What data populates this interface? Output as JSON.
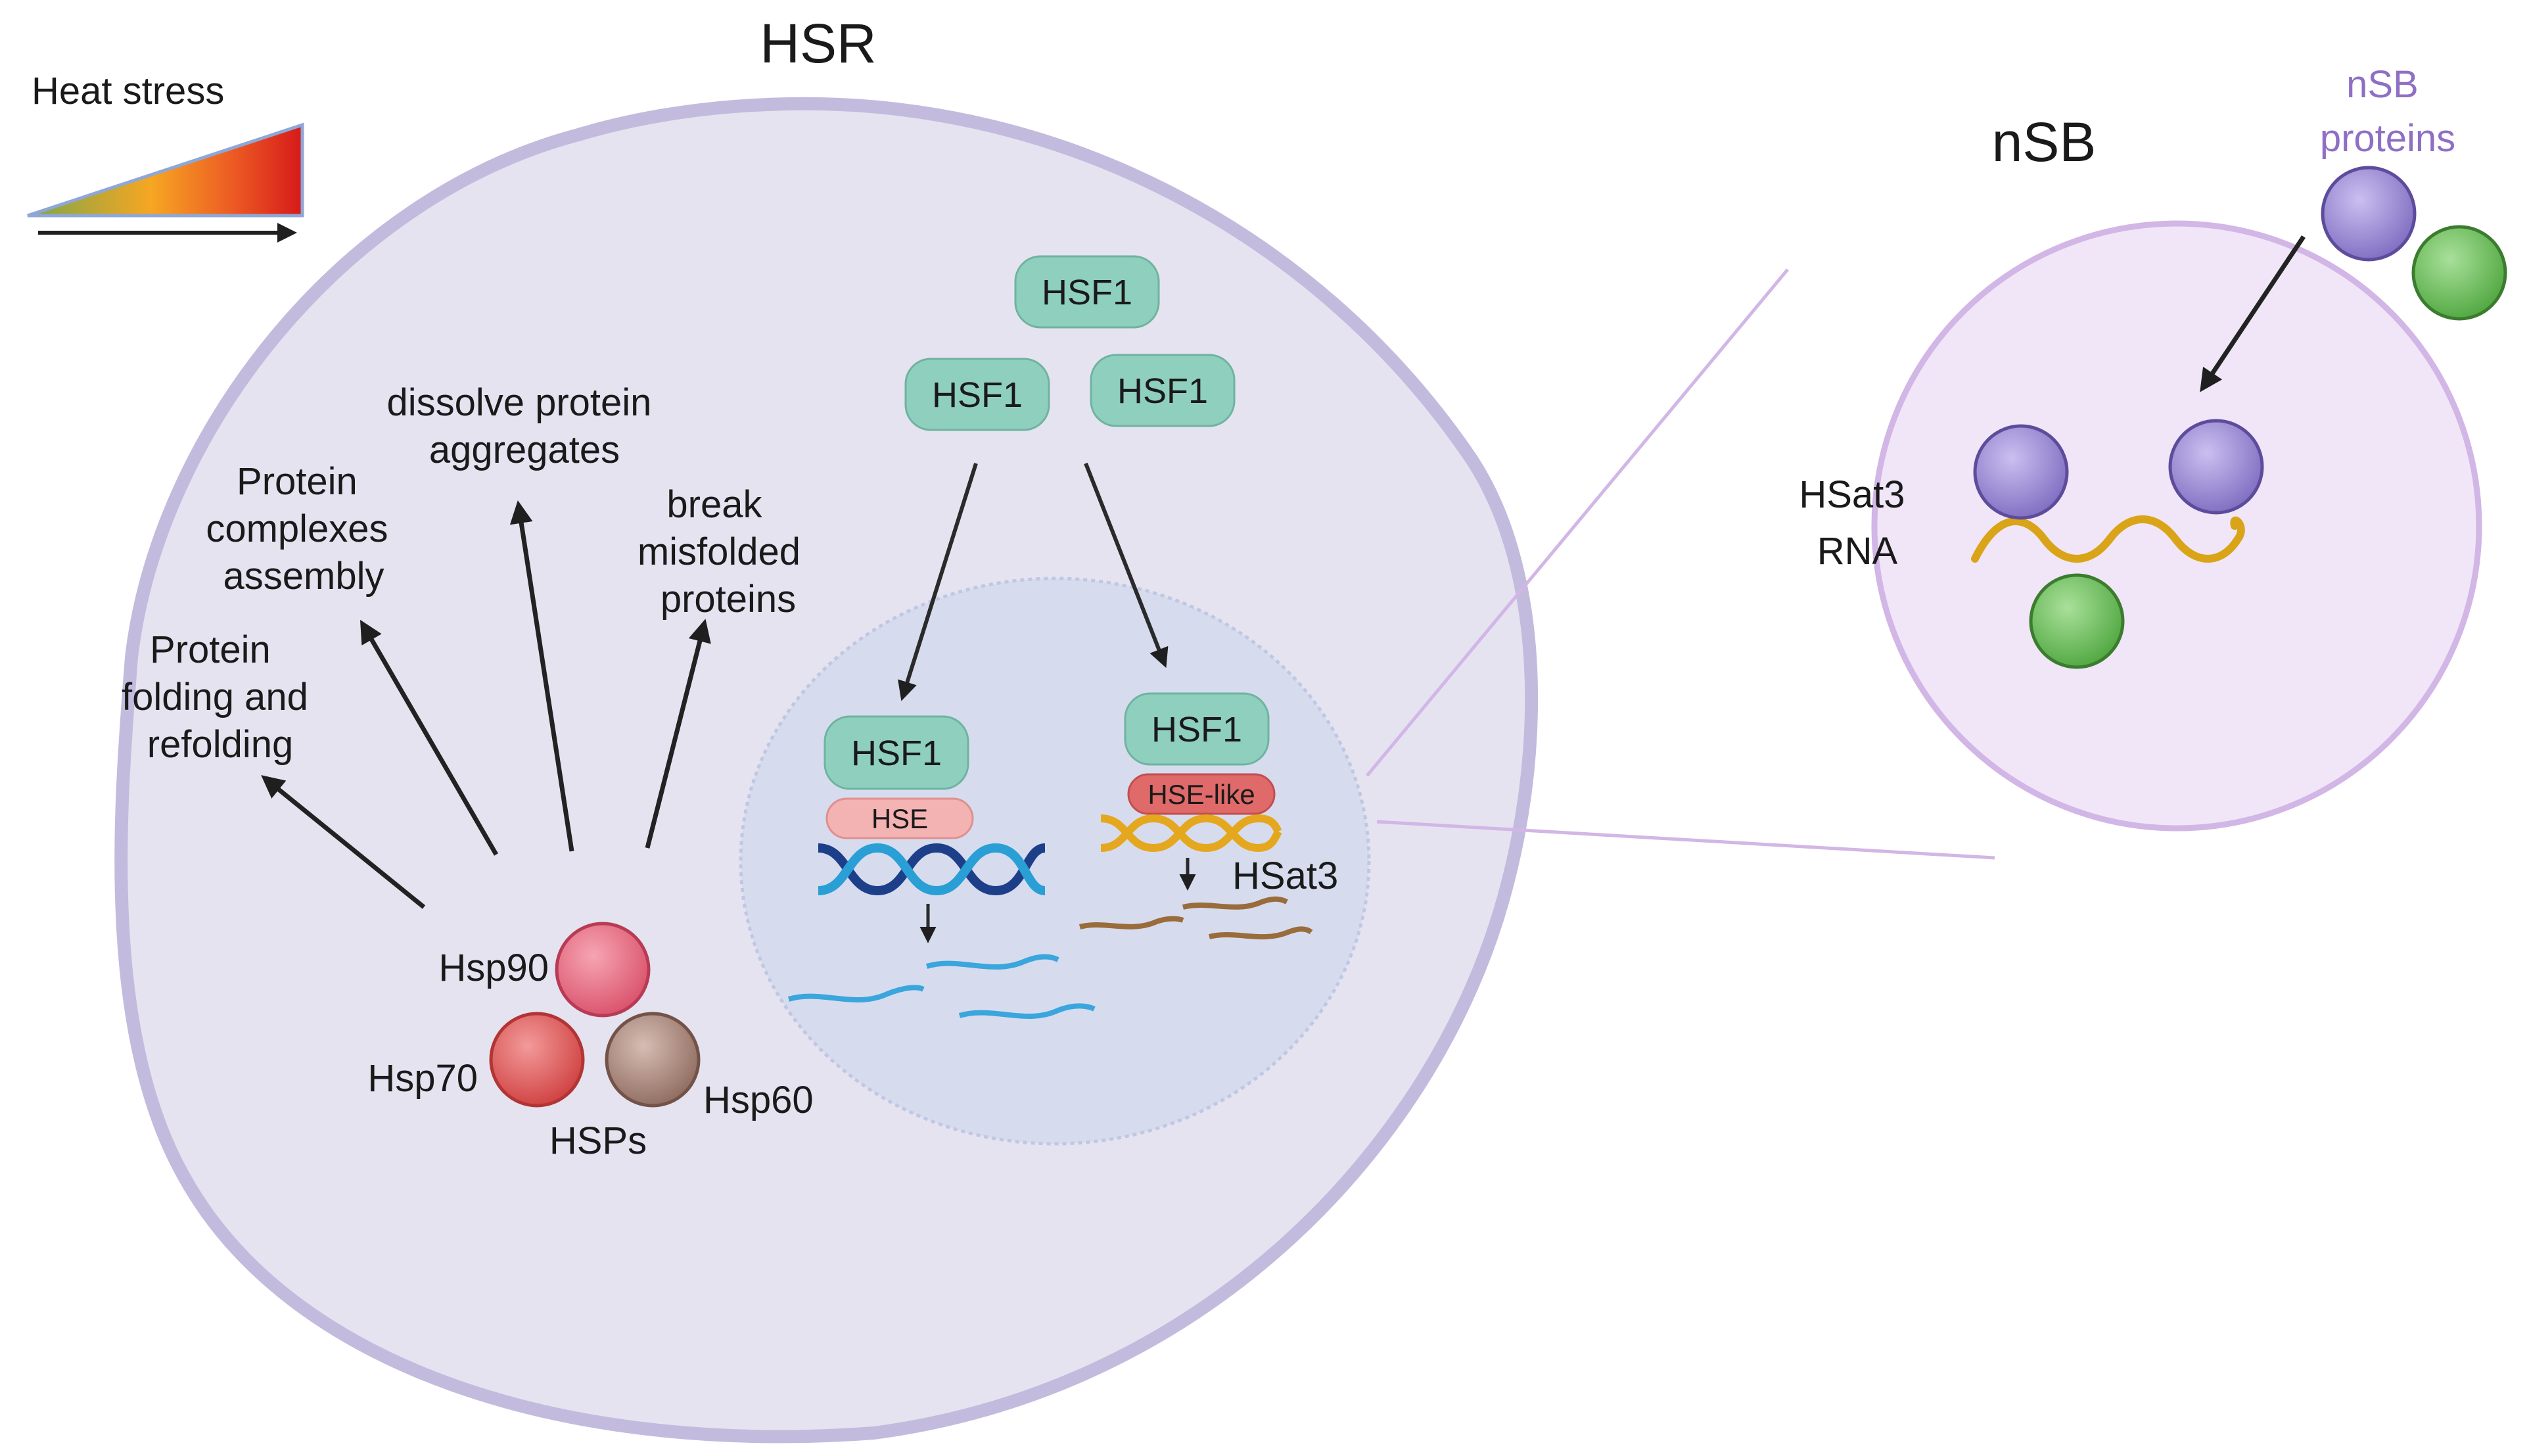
{
  "title": "HSR",
  "heat_stress": {
    "label": "Heat stress"
  },
  "functions": {
    "folding": [
      "Protein",
      "folding and",
      "refolding"
    ],
    "complexes": [
      "Protein",
      "complexes",
      "assembly"
    ],
    "dissolve": [
      "dissolve protein",
      "aggregates"
    ],
    "break": [
      "break",
      "misfolded",
      "proteins"
    ]
  },
  "hsps": {
    "hsp90": "Hsp90",
    "hsp70": "Hsp70",
    "hsp60": "Hsp60",
    "group": "HSPs",
    "colors": {
      "hsp90": "#e8607a",
      "hsp70": "#e05555",
      "hsp60": "#a88478"
    }
  },
  "hsf1": {
    "label": "HSF1",
    "color": "#8fcfbd"
  },
  "elements": {
    "hse": "HSE",
    "hse_like": "HSE-like",
    "hsat3": "HSat3"
  },
  "nsb": {
    "title": "nSB",
    "proteins_label": [
      "nSB",
      "proteins"
    ],
    "rna_label": [
      "HSat3",
      "RNA"
    ],
    "colors": {
      "purple": "#9b8ad0",
      "green": "#6cbf5e",
      "rna": "#d9a417"
    }
  },
  "colors": {
    "cell_fill": "#e6e3f1",
    "cell_border": "#c3bbde",
    "nucleus_fill": "#d6dcee"
  }
}
